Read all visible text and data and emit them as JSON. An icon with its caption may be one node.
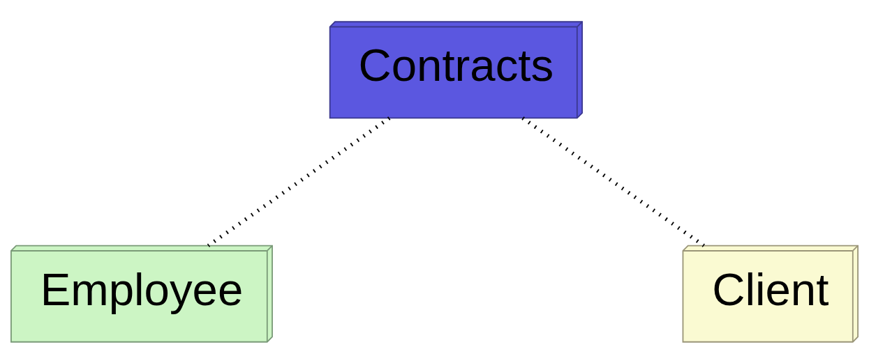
{
  "diagram": {
    "nodes": [
      {
        "text": [
          "Contracts"
        ]
      },
      {
        "text": [
          "Employee"
        ]
      },
      {
        "text": [
          "Client"
        ]
      }
    ],
    "edges": [
      {
        "from": 0,
        "to": 1,
        "arrow": "none",
        "style": "dashed"
      },
      {
        "from": 0,
        "to": 2,
        "arrow": "none",
        "style": "dashed"
      }
    ]
  }
}
